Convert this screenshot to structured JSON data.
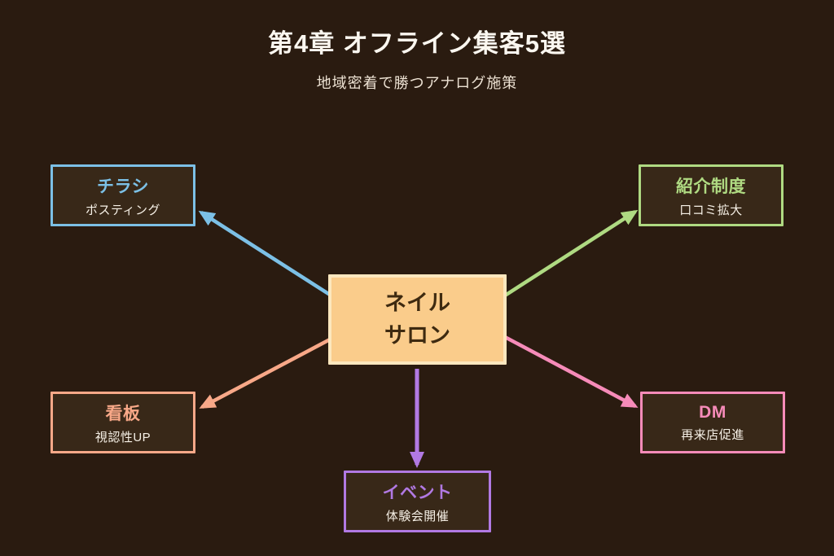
{
  "header": {
    "title": "第4章 オフライン集客5選",
    "subtitle": "地域密着で勝つアナログ施策"
  },
  "center_node": {
    "line1": "ネイル",
    "line2": "サロン",
    "fill_color": "#FACC8B",
    "border_color": "#FCE7BE",
    "text_color": "#3E2A10"
  },
  "nodes": [
    {
      "id": "chirashi",
      "title": "チラシ",
      "subtitle": "ポスティング",
      "color": "#7CC0E6",
      "position": "top-left"
    },
    {
      "id": "shoukai",
      "title": "紹介制度",
      "subtitle": "口コミ拡大",
      "color": "#AFDA82",
      "position": "top-right"
    },
    {
      "id": "kanban",
      "title": "看板",
      "subtitle": "視認性UP",
      "color": "#F8A888",
      "position": "bottom-left"
    },
    {
      "id": "dm",
      "title": "DM",
      "subtitle": "再来店促進",
      "color": "#F68BB9",
      "position": "bottom-right"
    },
    {
      "id": "event",
      "title": "イベント",
      "subtitle": "体験会開催",
      "color": "#B179E3",
      "position": "bottom-center"
    }
  ],
  "colors": {
    "background": "#2A1B10",
    "node_fill": "#382818",
    "title_text": "#FBF7F0",
    "subtitle_text": "#EDE2D3",
    "node_subtitle_text": "#F6F0E6"
  }
}
